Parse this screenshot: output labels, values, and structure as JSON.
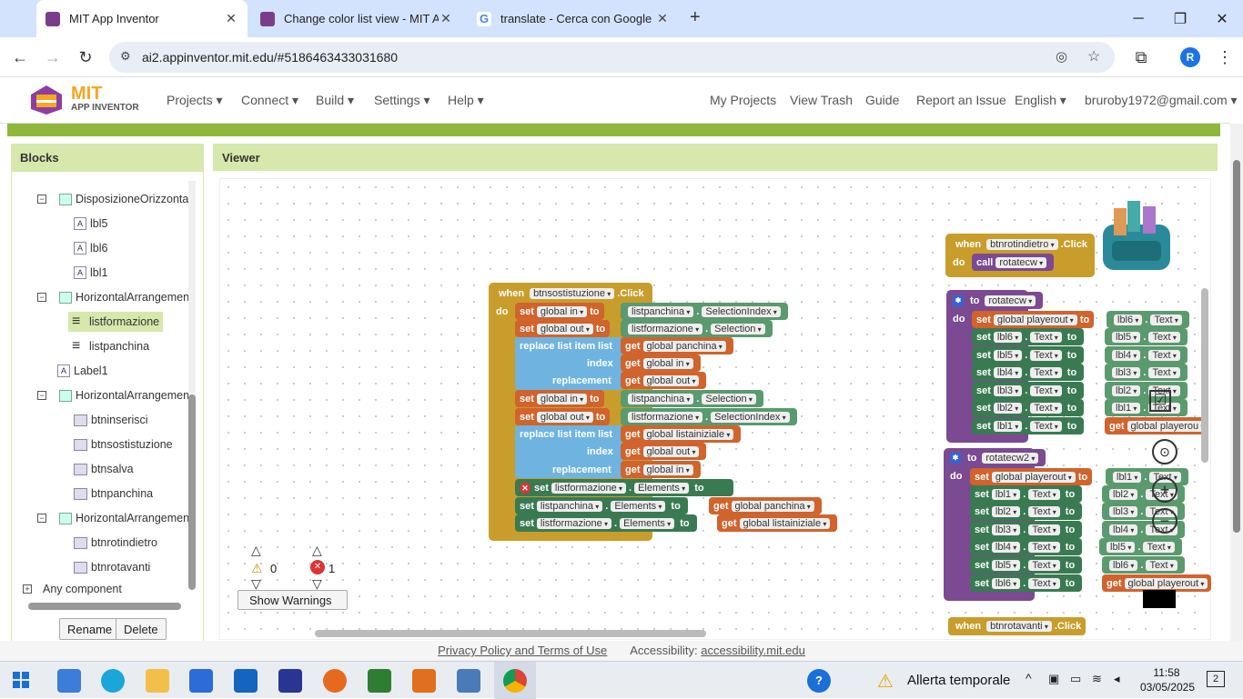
{
  "browser": {
    "tabs": [
      {
        "title": "MIT App Inventor",
        "active": true
      },
      {
        "title": "Change color list view - MIT Ap",
        "active": false
      },
      {
        "title": "translate - Cerca con Google",
        "active": false
      }
    ],
    "new_tab": "+",
    "url": "ai2.appinventor.mit.edu/#5186463433031680",
    "profile_initial": "R"
  },
  "appinventor": {
    "logo_line1": "MIT",
    "logo_line2": "APP INVENTOR",
    "menus": [
      "Projects",
      "Connect",
      "Build",
      "Settings",
      "Help"
    ],
    "right_links": [
      "My Projects",
      "View Trash",
      "Guide",
      "Report an Issue",
      "English",
      "bruroby1972@gmail.com"
    ]
  },
  "blocks_panel": {
    "title": "Blocks",
    "tree": [
      {
        "label": "DisposizioneOrizzonta",
        "type": "container",
        "toggle": "⊟"
      },
      {
        "label": "lbl5",
        "type": "label"
      },
      {
        "label": "lbl6",
        "type": "label"
      },
      {
        "label": "lbl1",
        "type": "label"
      },
      {
        "label": "HorizontalArrangemen",
        "type": "container",
        "toggle": "⊟"
      },
      {
        "label": "listformazione",
        "type": "list",
        "selected": true
      },
      {
        "label": "listpanchina",
        "type": "list"
      },
      {
        "label": "Label1",
        "type": "label"
      },
      {
        "label": "HorizontalArrangemen",
        "type": "container",
        "toggle": "⊟"
      },
      {
        "label": "btninserisci",
        "type": "button"
      },
      {
        "label": "btnsostistuzione",
        "type": "button"
      },
      {
        "label": "btnsalva",
        "type": "button"
      },
      {
        "label": "btnpanchina",
        "type": "button"
      },
      {
        "label": "HorizontalArrangemen",
        "type": "container",
        "toggle": "⊟"
      },
      {
        "label": "btnrotindietro",
        "type": "button"
      },
      {
        "label": "btnrotavanti",
        "type": "button"
      }
    ],
    "any_component": "Any component",
    "rename": "Rename",
    "delete": "Delete"
  },
  "viewer": {
    "title": "Viewer",
    "warnings_count": "0",
    "errors_count": "1",
    "show_warnings": "Show Warnings",
    "block_main": {
      "when": "when",
      "component": "btnsostistuzione",
      "event": ".Click",
      "do": "do",
      "rows": [
        [
          "set",
          "global in",
          "to",
          "listpanchina",
          ".",
          "SelectionIndex"
        ],
        [
          "set",
          "global out",
          "to",
          "listformazione",
          ".",
          "Selection"
        ],
        [
          "replace list item",
          "list",
          "get",
          "global panchina"
        ],
        [
          "index",
          "get",
          "global in"
        ],
        [
          "replacement",
          "get",
          "global out"
        ],
        [
          "set",
          "global in",
          "to",
          "listpanchina",
          ".",
          "Selection"
        ],
        [
          "set",
          "global out",
          "to",
          "listformazione",
          ".",
          "SelectionIndex"
        ],
        [
          "replace list item",
          "list",
          "get",
          "global listainiziale"
        ],
        [
          "index",
          "get",
          "global out"
        ],
        [
          "replacement",
          "get",
          "global in"
        ],
        [
          "set",
          "listformazione",
          ".",
          "Elements",
          "to"
        ],
        [
          "set",
          "listpanchina",
          ".",
          "Elements",
          "to",
          "get",
          "global panchina"
        ],
        [
          "set",
          "listformazione",
          ".",
          "Elements",
          "to",
          "get",
          "global listainiziale"
        ]
      ]
    },
    "block_rot1": {
      "when": "when",
      "component": "btnrotindietro",
      "event": ".Click",
      "do": "do",
      "call": "call",
      "proc": "rotatecw"
    },
    "block_proc1": {
      "to": "to",
      "name": "rotatecw",
      "do": "do",
      "rows": [
        [
          "set",
          "global playerout",
          "to",
          "lbl6",
          ".",
          "Text"
        ],
        [
          "set",
          "lbl6",
          ".",
          "Text",
          "to",
          "lbl5",
          ".",
          "Text"
        ],
        [
          "set",
          "lbl5",
          ".",
          "Text",
          "to",
          "lbl4",
          ".",
          "Text"
        ],
        [
          "set",
          "lbl4",
          ".",
          "Text",
          "to",
          "lbl3",
          ".",
          "Text"
        ],
        [
          "set",
          "lbl3",
          ".",
          "Text",
          "to",
          "lbl2",
          ".",
          "Text"
        ],
        [
          "set",
          "lbl2",
          ".",
          "Text",
          "to",
          "lbl1",
          ".",
          "Text"
        ],
        [
          "set",
          "lbl1",
          ".",
          "Text",
          "to",
          "get",
          "global playerou"
        ]
      ]
    },
    "block_proc2": {
      "to": "to",
      "name": "rotatecw2",
      "do": "do",
      "rows": [
        [
          "set",
          "global playerout",
          "to",
          "lbl1",
          ".",
          "Text"
        ],
        [
          "set",
          "lbl1",
          ".",
          "Text",
          "to",
          "lbl2",
          ".",
          "Text"
        ],
        [
          "set",
          "lbl2",
          ".",
          "Text",
          "to",
          "lbl3",
          ".",
          "Text"
        ],
        [
          "set",
          "lbl3",
          ".",
          "Text",
          "to",
          "lbl4",
          ".",
          "Text"
        ],
        [
          "set",
          "lbl4",
          ".",
          "Text",
          "to",
          "lbl5",
          ".",
          "Text"
        ],
        [
          "set",
          "lbl5",
          ".",
          "Text",
          "to",
          "lbl6",
          ".",
          "Text"
        ],
        [
          "set",
          "lbl6",
          ".",
          "Text",
          "to",
          "get",
          "global playerout"
        ]
      ]
    },
    "block_rot2": {
      "when": "when",
      "component": "btnrotavanti",
      "event": ".Click"
    }
  },
  "footer": {
    "privacy": "Privacy Policy and Terms of Use",
    "accessibility_label": "Accessibility:",
    "accessibility_link": "accessibility.mit.edu"
  },
  "taskbar": {
    "weather": "Allerta temporale",
    "time": "11:58",
    "date": "03/05/2025",
    "notifications": "2"
  }
}
